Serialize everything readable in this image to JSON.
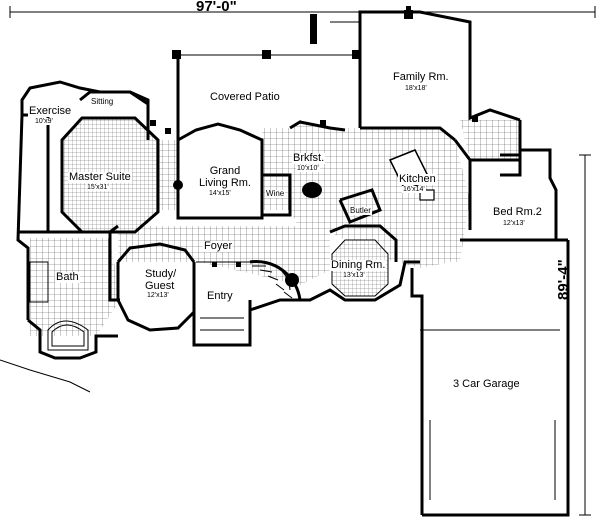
{
  "dimensions": {
    "width_label": "97'-0\"",
    "depth_label": "89'-4\""
  },
  "rooms": {
    "covered_patio": {
      "name": "Covered Patio"
    },
    "family_room": {
      "name": "Family Rm.",
      "size": "18'x18'"
    },
    "exercise": {
      "name": "Exercise",
      "size": "10'x9'"
    },
    "sitting": {
      "name": "Sitting"
    },
    "master_suite": {
      "name": "Master Suite",
      "size": "15'x31'"
    },
    "grand_living": {
      "name": "Grand\nLiving Rm.",
      "size": "14'x15'"
    },
    "wine": {
      "name": "Wine"
    },
    "brkfst": {
      "name": "Brkfst.",
      "size": "10'x10'"
    },
    "kitchen": {
      "name": "Kitchen",
      "size": "16'x14'"
    },
    "butler": {
      "name": "Butler"
    },
    "bed_rm2": {
      "name": "Bed Rm.2",
      "size": "12'x13'"
    },
    "foyer": {
      "name": "Foyer"
    },
    "dining": {
      "name": "Dining Rm.",
      "size": "13'x13'"
    },
    "bath": {
      "name": "Bath"
    },
    "study": {
      "name": "Study/\nGuest",
      "size": "12'x13'"
    },
    "entry": {
      "name": "Entry"
    },
    "garage": {
      "name": "3 Car Garage"
    }
  }
}
